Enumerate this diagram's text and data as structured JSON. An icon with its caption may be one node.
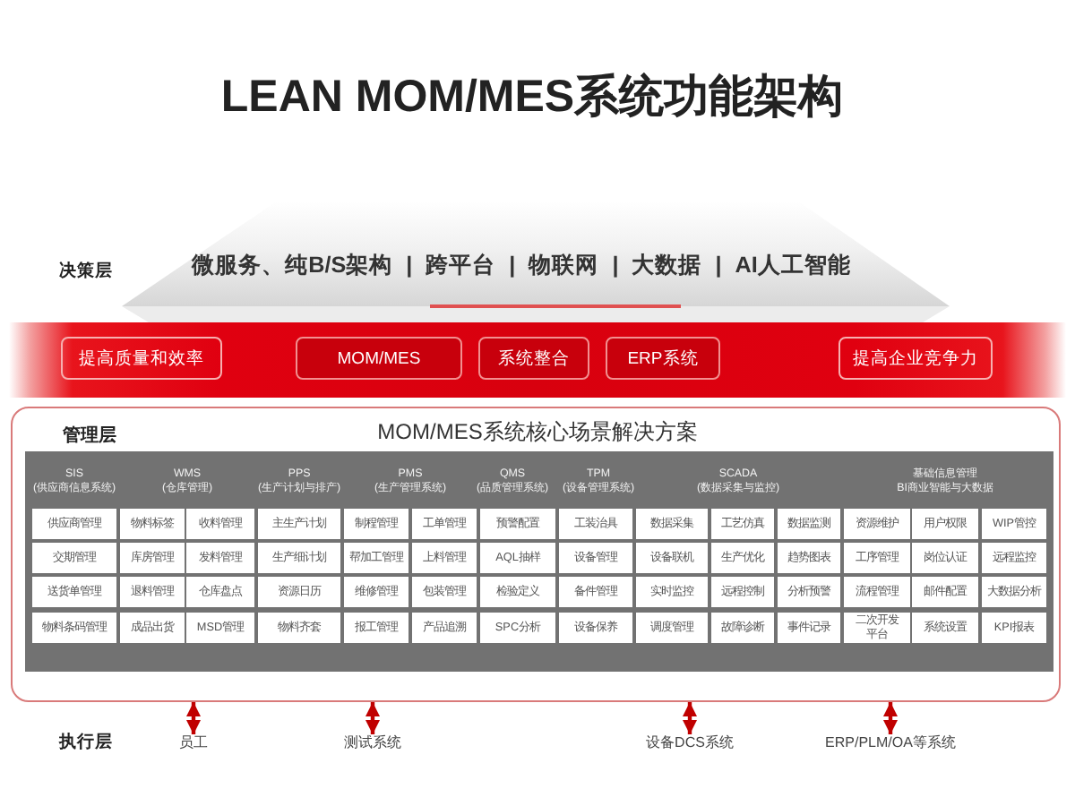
{
  "diagram": {
    "title": "LEAN MOM/MES系统功能架构",
    "nodes": [
      {
        "text": [
          "微服务、纯B/S架构 | 跨平台 | 物联网 | 大数据 | AI人工智能"
        ],
        "beside": [
          "决策层"
        ]
      },
      {
        "text": [],
        "shape": "band"
      },
      {
        "text": [
          "提高质量和效率"
        ],
        "in": 1
      },
      {
        "text": [
          "MOM/MES"
        ],
        "in": 1
      },
      {
        "text": [
          "系统整合"
        ],
        "in": 1
      },
      {
        "text": [
          "ERP系统"
        ],
        "in": 1
      },
      {
        "text": [
          "提高企业竞争力"
        ],
        "in": 1
      },
      {
        "text": [
          "管理层",
          "MOM/MES系统核心场景解决方案"
        ]
      },
      {
        "text": [
          "SIS (供应商信息系统)",
          "WMS (仓库管理)",
          "PPS (生产计划与排产)",
          "PMS (生产管理系统)",
          "QMS (品质管理系统)",
          "TPM (设备管理系统)",
          "SCADA (数据采集与监控)",
          "基础信息管理 BI商业智能与大数据"
        ],
        "in": 7
      },
      {
        "text": [
          "供应商管理"
        ],
        "in": 8
      },
      {
        "text": [
          "物料标签"
        ],
        "in": 8
      },
      {
        "text": [
          "收料管理"
        ],
        "in": 8
      },
      {
        "text": [
          "主生产计划"
        ],
        "in": 8
      },
      {
        "text": [
          "制程管理"
        ],
        "in": 8
      },
      {
        "text": [
          "工单管理"
        ],
        "in": 8
      },
      {
        "text": [
          "预警配置"
        ],
        "in": 8
      },
      {
        "text": [
          "工装治具"
        ],
        "in": 8
      },
      {
        "text": [
          "数据采集"
        ],
        "in": 8
      },
      {
        "text": [
          "工艺仿真"
        ],
        "in": 8
      },
      {
        "text": [
          "数据监测"
        ],
        "in": 8
      },
      {
        "text": [
          "资源维护"
        ],
        "in": 8
      },
      {
        "text": [
          "用户权限"
        ],
        "in": 8
      },
      {
        "text": [
          "WIP管控"
        ],
        "in": 8
      },
      {
        "text": [
          "交期管理"
        ],
        "in": 8
      },
      {
        "text": [
          "库房管理"
        ],
        "in": 8
      },
      {
        "text": [
          "发料管理"
        ],
        "in": 8
      },
      {
        "text": [
          "生产细计划"
        ],
        "in": 8
      },
      {
        "text": [
          "帮加工管理"
        ],
        "in": 8
      },
      {
        "text": [
          "上料管理"
        ],
        "in": 8
      },
      {
        "text": [
          "AQL抽样"
        ],
        "in": 8
      },
      {
        "text": [
          "设备管理"
        ],
        "in": 8
      },
      {
        "text": [
          "设备联机"
        ],
        "in": 8
      },
      {
        "text": [
          "生产优化"
        ],
        "in": 8
      },
      {
        "text": [
          "趋势图表"
        ],
        "in": 8
      },
      {
        "text": [
          "工序管理"
        ],
        "in": 8
      },
      {
        "text": [
          "岗位认证"
        ],
        "in": 8
      },
      {
        "text": [
          "远程监控"
        ],
        "in": 8
      },
      {
        "text": [
          "送货单管理"
        ],
        "in": 8
      },
      {
        "text": [
          "退料管理"
        ],
        "in": 8
      },
      {
        "text": [
          "仓库盘点"
        ],
        "in": 8
      },
      {
        "text": [
          "资源日历"
        ],
        "in": 8
      },
      {
        "text": [
          "维修管理"
        ],
        "in": 8
      },
      {
        "text": [
          "包装管理"
        ],
        "in": 8
      },
      {
        "text": [
          "检验定义"
        ],
        "in": 8
      },
      {
        "text": [
          "备件管理"
        ],
        "in": 8
      },
      {
        "text": [
          "实时监控"
        ],
        "in": 8
      },
      {
        "text": [
          "远程控制"
        ],
        "in": 8
      },
      {
        "text": [
          "分析预警"
        ],
        "in": 8
      },
      {
        "text": [
          "流程管理"
        ],
        "in": 8
      },
      {
        "text": [
          "邮件配置"
        ],
        "in": 8
      },
      {
        "text": [
          "大数据分析"
        ],
        "in": 8
      },
      {
        "text": [
          "物料条码管理"
        ],
        "in": 8
      },
      {
        "text": [
          "成品出货"
        ],
        "in": 8
      },
      {
        "text": [
          "MSD管理"
        ],
        "in": 8
      },
      {
        "text": [
          "物料齐套"
        ],
        "in": 8
      },
      {
        "text": [
          "报工管理"
        ],
        "in": 8
      },
      {
        "text": [
          "产品追溯"
        ],
        "in": 8
      },
      {
        "text": [
          "SPC分析"
        ],
        "in": 8
      },
      {
        "text": [
          "设备保养"
        ],
        "in": 8
      },
      {
        "text": [
          "调度管理"
        ],
        "in": 8
      },
      {
        "text": [
          "故障诊断"
        ],
        "in": 8
      },
      {
        "text": [
          "事件记录"
        ],
        "in": 8
      },
      {
        "text": [
          "二次开发平台"
        ],
        "in": 8
      },
      {
        "text": [
          "系统设置"
        ],
        "in": 8
      },
      {
        "text": [
          "KPI报表"
        ],
        "in": 8
      },
      {
        "text": [
          "员工"
        ]
      },
      {
        "text": [
          "测试系统"
        ]
      },
      {
        "text": [
          "设备DCS系统"
        ]
      },
      {
        "text": [
          "ERP/PLM/OA等系统"
        ]
      }
    ],
    "edges": [
      {
        "from": 65,
        "to": 7,
        "arrow": "both"
      },
      {
        "from": 66,
        "to": 7,
        "arrow": "both"
      },
      {
        "from": 67,
        "to": 7,
        "arrow": "both"
      },
      {
        "from": 68,
        "to": 7,
        "arrow": "both"
      }
    ],
    "labels": [
      "执行层"
    ]
  }
}
